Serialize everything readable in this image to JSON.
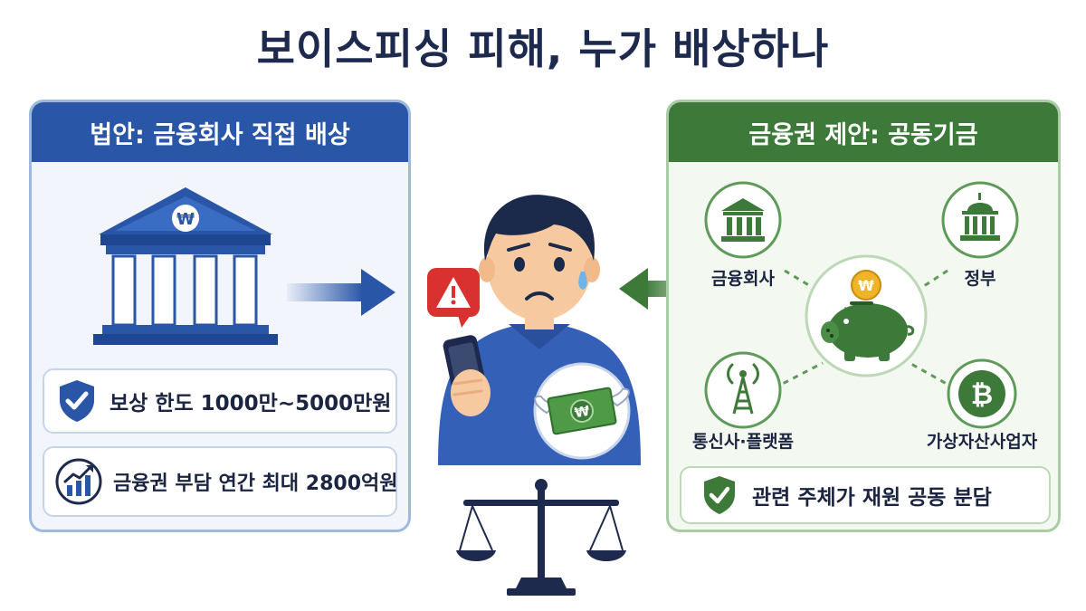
{
  "title": "보이스피싱 피해, 누가 배상하나",
  "left_panel": {
    "header": "법안: 금융회사 직접 배상",
    "bank_icon": "bank-won-icon",
    "items": [
      {
        "icon": "shield-check-icon",
        "text": "보상 한도 1000만~5000만원"
      },
      {
        "icon": "chart-growth-icon",
        "text": "금융권 부담 연간 최대 2800억원"
      }
    ],
    "accent_color": "#2a56a8"
  },
  "center": {
    "person_icon": "worried-person-with-phone-icon",
    "alert_icon": "warning-exclamation-icon",
    "money_icon": "flying-money-icon",
    "scale_icon": "justice-scale-icon",
    "currency_symbol": "₩"
  },
  "right_panel": {
    "header": "금융권 제안: 공동기금",
    "center_icon": "piggy-bank-icon",
    "nodes": [
      {
        "label": "금융회사",
        "icon": "bank-icon"
      },
      {
        "label": "정부",
        "icon": "government-building-icon"
      },
      {
        "label": "통신사·플랫폼",
        "icon": "antenna-tower-icon"
      },
      {
        "label": "가상자산사업자",
        "icon": "bitcoin-icon"
      }
    ],
    "footer": {
      "icon": "shield-check-icon",
      "text": "관련 주체가 재원 공동 분담"
    },
    "accent_color": "#3d7a3a"
  }
}
